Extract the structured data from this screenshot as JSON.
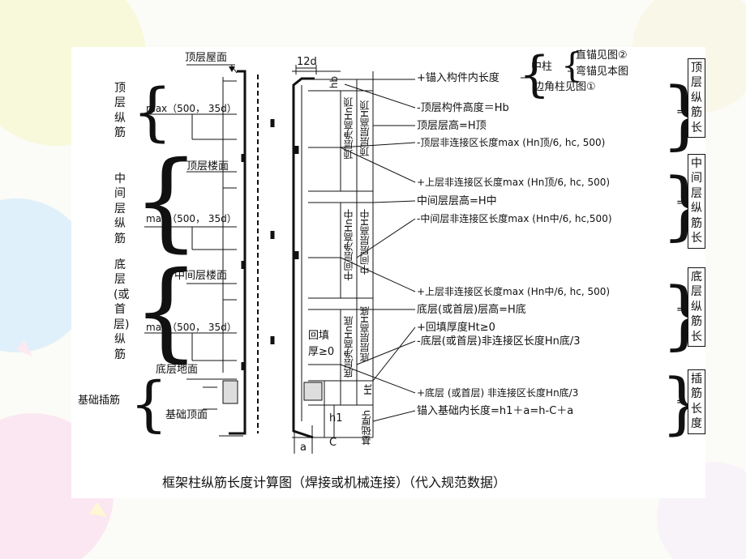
{
  "left_sections": {
    "top": "顶层纵筋",
    "middle": "中间层纵筋",
    "bottom": "底层(或首层)纵筋",
    "foundation": "基础插筋"
  },
  "floor_labels": {
    "roof": "顶层屋面",
    "top_floor": "顶层楼面",
    "middle_floor": "中间层楼面",
    "ground": "底层地面",
    "foundation_top": "基础顶面"
  },
  "max_labels": [
    "max（500，  35d）",
    "max（500，  35d）",
    "max（500，  35d）"
  ],
  "dims": {
    "d12": "12d",
    "hb": "hb",
    "a": "a",
    "c": "C",
    "h1": "h1",
    "backfill": "回填",
    "backfill_ge": "厚≥0",
    "v_top_clear": "顶层净高Hn顶",
    "v_top_height": "顶层层高H顶",
    "v_mid_clear": "中间层净高Hn中",
    "v_mid_height": "中间层层高H中",
    "v_bot_clear": "底层净高Hn底",
    "v_bot_height": "底层层高H底",
    "v_ht": "Ht",
    "v_found": "基础厚h"
  },
  "formulas": [
    "+锚入构件内长度",
    "-顶层构件高度＝Hb",
    "顶层层高=H顶",
    "-顶层非连接区长度max (Hn顶/6, hc, 500)",
    "+上层非连接区长度max (Hn顶/6, hc, 500)",
    "中间层层高=H中",
    "-中间层非连接区长度max (Hn中/6, hc,500)",
    "+上层非连接区长度max (Hn中/6, hc, 500)",
    "底层(或首层)层高=H底",
    "+回填厚度Ht≥0",
    "-底层(或首层)非连接区长度Hn底/3",
    "+底层 (或首层) 非连接区长度Hn底/3",
    "锚入基础内长度=h1＋a=h-C＋a"
  ],
  "column_types": {
    "middle_col": "中柱",
    "straight": "直锚见图②",
    "bent": "弯锚见本图",
    "corner": "边角柱见图①"
  },
  "results": {
    "top": "顶层纵筋长",
    "middle": "中间层纵筋长",
    "bottom": "底层纵筋长",
    "dowel": "插筋长度",
    "eq": "="
  },
  "caption": "框架柱纵筋长度计算图（焊接或机械连接）（代入规范数据）"
}
